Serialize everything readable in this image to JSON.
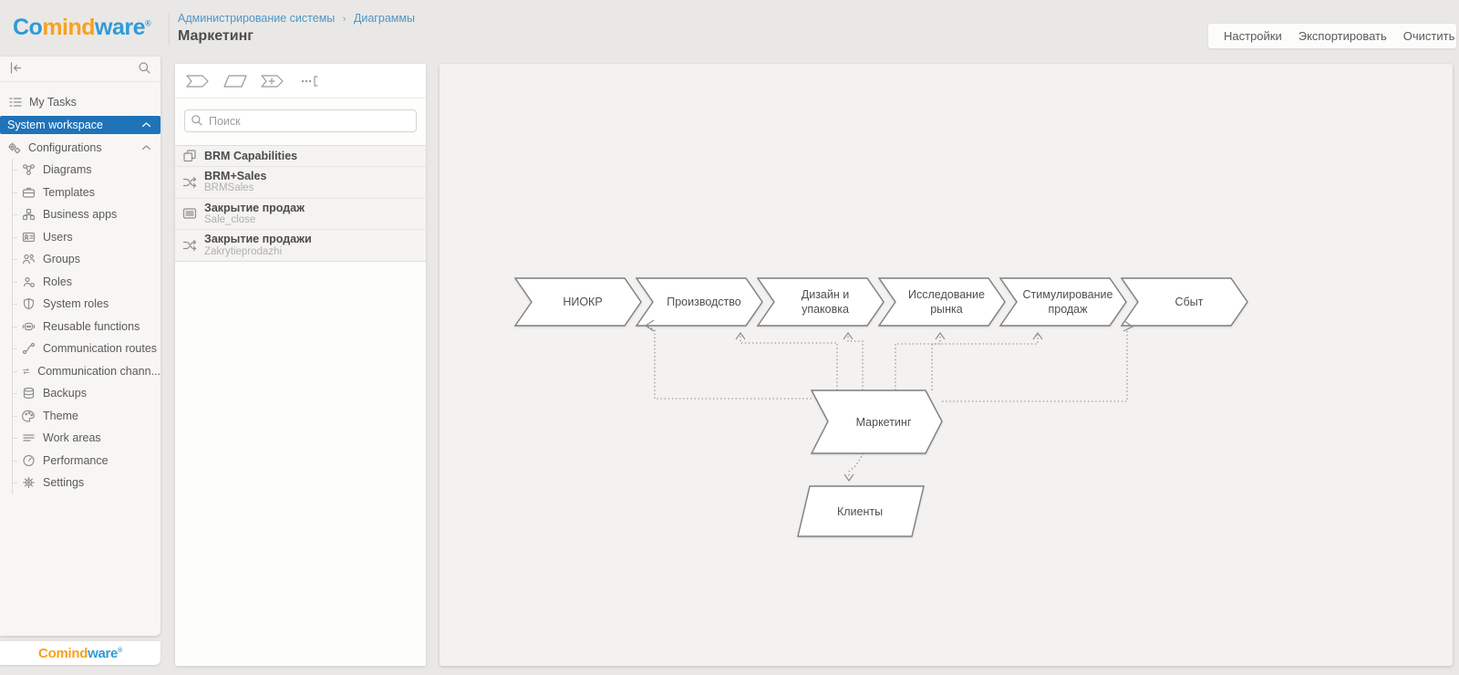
{
  "brand": {
    "p1": "Co",
    "p2": "mind",
    "p3": "ware",
    "reg": "®"
  },
  "header": {
    "breadcrumb": {
      "root": "Администрирование системы",
      "sep": "›",
      "current": "Диаграммы"
    },
    "title": "Маркетинг",
    "actions": {
      "settings": "Настройки",
      "export": "Экспортировать",
      "clear": "Очистить"
    }
  },
  "sidebar": {
    "items": [
      {
        "label": "My Tasks"
      },
      {
        "label": "System workspace"
      },
      {
        "label": "Configurations"
      },
      {
        "label": "Diagrams"
      },
      {
        "label": "Templates"
      },
      {
        "label": "Business apps"
      },
      {
        "label": "Users"
      },
      {
        "label": "Groups"
      },
      {
        "label": "Roles"
      },
      {
        "label": "System roles"
      },
      {
        "label": "Reusable functions"
      },
      {
        "label": "Communication routes"
      },
      {
        "label": "Communication chann..."
      },
      {
        "label": "Backups"
      },
      {
        "label": "Theme"
      },
      {
        "label": "Work areas"
      },
      {
        "label": "Performance"
      },
      {
        "label": "Settings"
      }
    ]
  },
  "panel": {
    "search_placeholder": "Поиск",
    "items": [
      {
        "title": "BRM Capabilities",
        "subtitle": ""
      },
      {
        "title": "BRM+Sales",
        "subtitle": "BRMSales"
      },
      {
        "title": "Закрытие продаж",
        "subtitle": "Sale_close"
      },
      {
        "title": "Закрытие продажи",
        "subtitle": "Zakrytieprodazhi"
      }
    ]
  },
  "canvas": {
    "chevrons": [
      {
        "l1": "НИОКР",
        "l2": ""
      },
      {
        "l1": "Производство",
        "l2": ""
      },
      {
        "l1": "Дизайн и",
        "l2": "упаковка"
      },
      {
        "l1": "Исследование",
        "l2": "рынка"
      },
      {
        "l1": "Стимулирование",
        "l2": "продаж"
      },
      {
        "l1": "Сбыт",
        "l2": ""
      }
    ],
    "marketing": "Маркетинг",
    "clients": "Клиенты"
  },
  "colors": {
    "accent_blue": "#1e73b9",
    "link_blue": "#4e95c8",
    "logo_blue": "#2f9bd6",
    "logo_orange": "#f6a21d"
  }
}
